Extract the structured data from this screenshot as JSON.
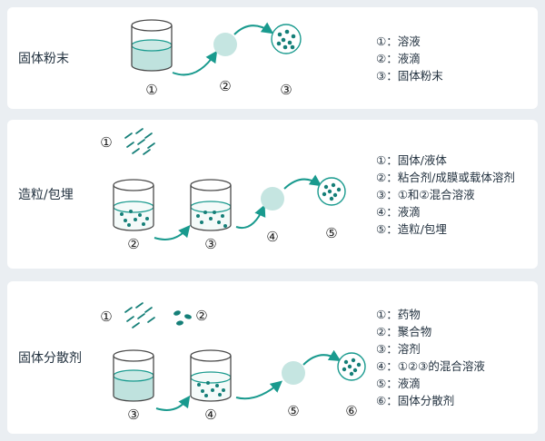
{
  "colors": {
    "teal_arrow": "#199a8e",
    "teal_dot": "#157f78",
    "liquid_fill": "#bfe2de",
    "droplet_fill": "#c5e5e1",
    "beaker_outline": "#4a4a4a",
    "panel_background": "#ffffff",
    "page_background": "#eaeef2",
    "text": "#22313f"
  },
  "panels": [
    {
      "title": "固体粉末",
      "nums": [
        "①",
        "②",
        "③"
      ],
      "legend": [
        "①：溶液",
        "②：液滴",
        "③：固体粉末"
      ]
    },
    {
      "title": "造粒/包埋",
      "nums": [
        "①",
        "②",
        "③",
        "④",
        "⑤"
      ],
      "legend": [
        "①：固体/液体",
        "②：粘合剂/成膜或载体溶剂",
        "③：①和②混合溶液",
        "④：液滴",
        "⑤：造粒/包埋"
      ]
    },
    {
      "title": "固体分散剂",
      "nums": [
        "①",
        "②",
        "③",
        "④",
        "⑤",
        "⑥"
      ],
      "legend": [
        "①：药物",
        "②：聚合物",
        "③：溶剂",
        "④：①②③的混合溶液",
        "⑤：液滴",
        "⑥：固体分散剂"
      ]
    }
  ]
}
